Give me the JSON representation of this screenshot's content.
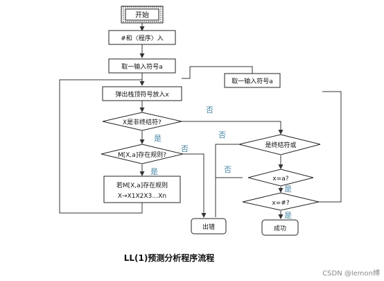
{
  "nodes": {
    "start": "开始",
    "push_program": "#和〈程序〉入",
    "read_symbol_left": "取一输入符号a",
    "pop_stack": "弹出栈顶符号放入x",
    "is_nonterminal": "X是非终结符?",
    "rule_exists": "M[X,a]存在规则?",
    "apply_rule_line1": "若M[X,a]存在规则",
    "apply_rule_line2": "X→X1X2X3…Xn",
    "read_symbol_right": "取一输入符号a",
    "is_terminal": "是终结符或",
    "x_eq_a": "x=a?",
    "x_eq_hash": "x=#?",
    "error": "出错",
    "success": "成功"
  },
  "edge_labels": {
    "no_1": "否",
    "yes_1": "是",
    "no_2": "否",
    "yes_2": "是",
    "no_3": "否",
    "no_4": "否",
    "yes_3": "是",
    "yes_4": "是"
  },
  "caption": "LL(1)预测分析程序流程",
  "watermark": "CSDN @lemon缚"
}
